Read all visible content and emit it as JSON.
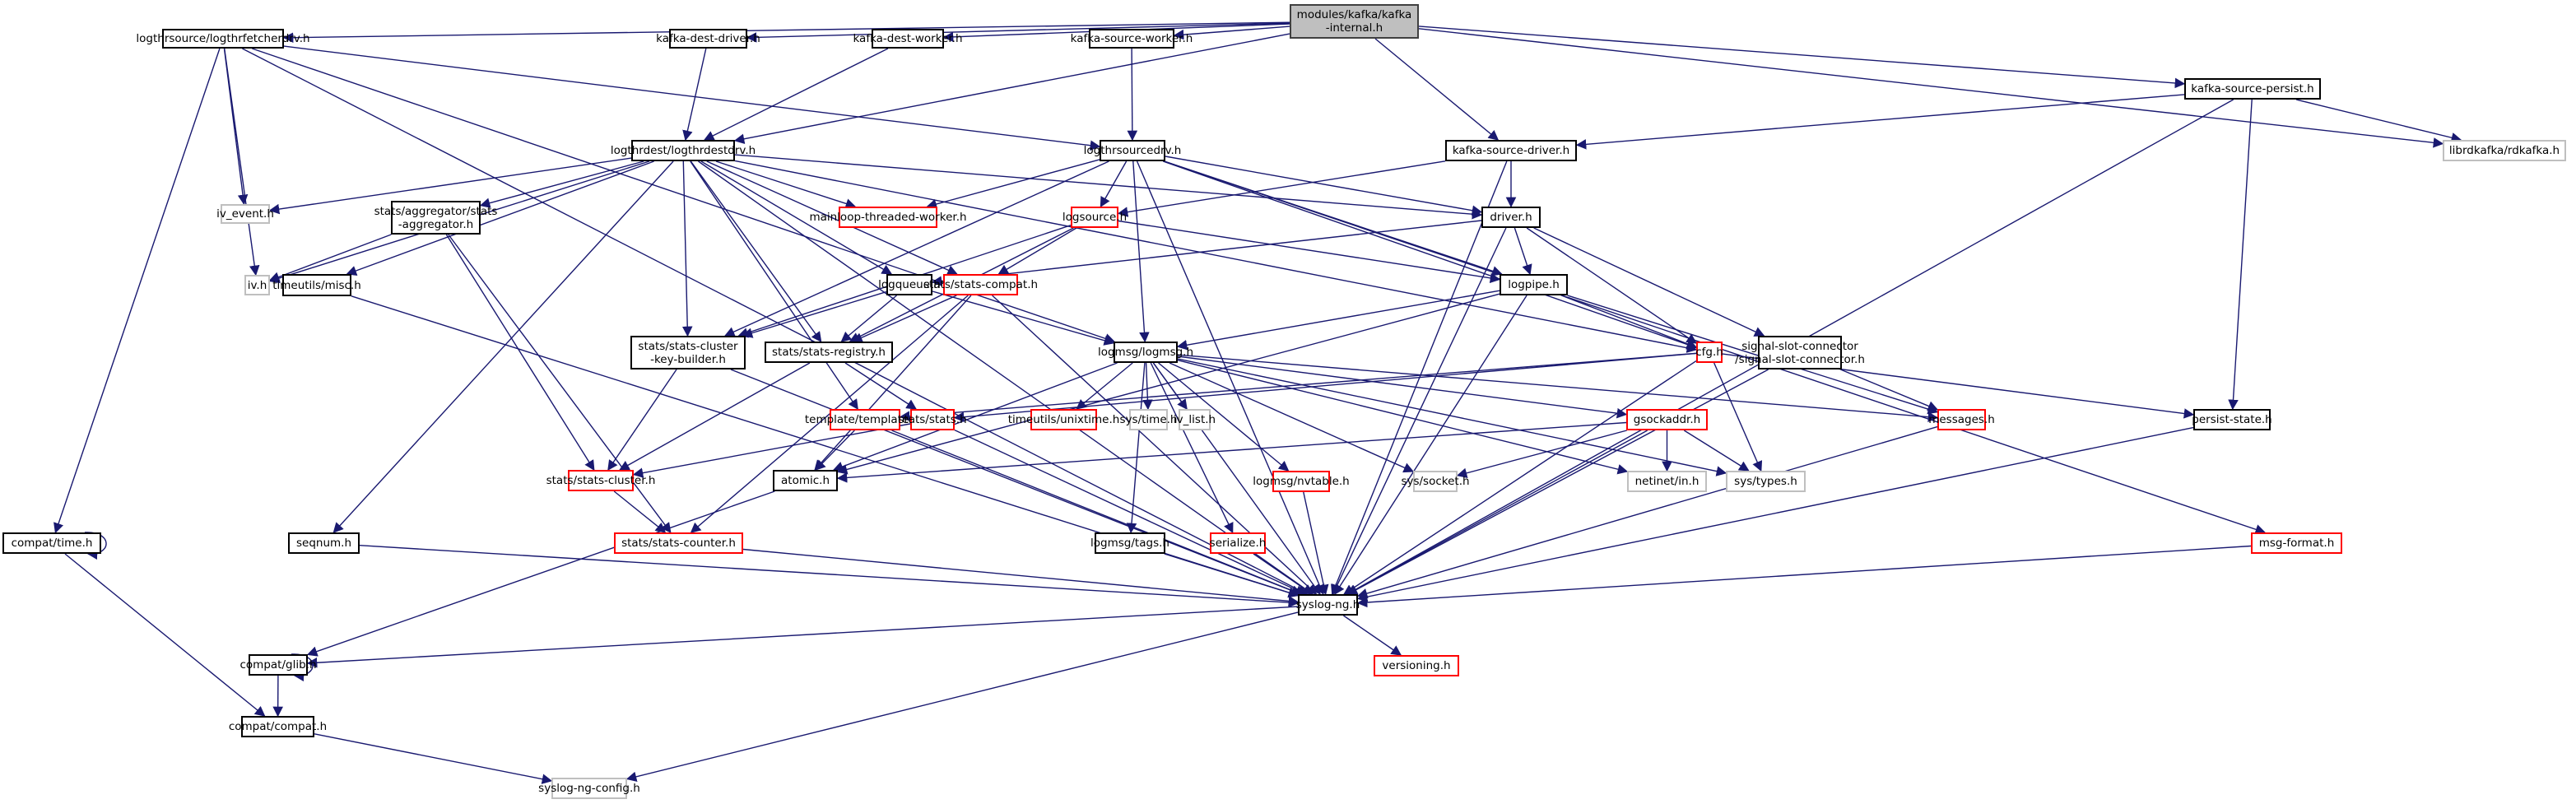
{
  "title": "modules/kafka/kafka-internal.h include dependency graph",
  "colors": {
    "edge": "#191970",
    "root_fill": "#bfbfbf",
    "node_border": "#000000",
    "missing_doc_border": "#ff0000",
    "external_border": "#bfbfbf"
  },
  "nodes": [
    {
      "id": "kafka-internal",
      "label": "modules/kafka/kafka\n-internal.h",
      "kind": "root"
    },
    {
      "id": "logthrfetcherdrv",
      "label": "logthrsource/logthrfetcherdrv.h",
      "kind": "normal"
    },
    {
      "id": "kafka-dest-driver",
      "label": "kafka-dest-driver.h",
      "kind": "normal"
    },
    {
      "id": "kafka-dest-worker",
      "label": "kafka-dest-worker.h",
      "kind": "normal"
    },
    {
      "id": "kafka-source-worker",
      "label": "kafka-source-worker.h",
      "kind": "normal"
    },
    {
      "id": "kafka-source-persist",
      "label": "kafka-source-persist.h",
      "kind": "normal"
    },
    {
      "id": "rdkafka",
      "label": "librdkafka/rdkafka.h",
      "kind": "external"
    },
    {
      "id": "logthrdestdrv",
      "label": "logthrdest/logthrdestdrv.h",
      "kind": "normal"
    },
    {
      "id": "logthrsourcedrv",
      "label": "logthrsourcedrv.h",
      "kind": "normal"
    },
    {
      "id": "kafka-source-driver",
      "label": "kafka-source-driver.h",
      "kind": "normal"
    },
    {
      "id": "iv_event",
      "label": "iv_event.h",
      "kind": "external"
    },
    {
      "id": "stats-aggregator",
      "label": "stats/aggregator/stats\n-aggregator.h",
      "kind": "normal"
    },
    {
      "id": "mainloop-threaded-worker",
      "label": "mainloop-threaded-worker.h",
      "kind": "red"
    },
    {
      "id": "logsource",
      "label": "logsource.h",
      "kind": "red"
    },
    {
      "id": "driver",
      "label": "driver.h",
      "kind": "normal"
    },
    {
      "id": "iv",
      "label": "iv.h",
      "kind": "external"
    },
    {
      "id": "timeutils-misc",
      "label": "timeutils/misc.h",
      "kind": "normal"
    },
    {
      "id": "logqueue",
      "label": "logqueue.h",
      "kind": "normal"
    },
    {
      "id": "stats-compat",
      "label": "stats/stats-compat.h",
      "kind": "red"
    },
    {
      "id": "logpipe",
      "label": "logpipe.h",
      "kind": "normal"
    },
    {
      "id": "stats-cluster-key-builder",
      "label": "stats/stats-cluster\n-key-builder.h",
      "kind": "normal"
    },
    {
      "id": "stats-registry",
      "label": "stats/stats-registry.h",
      "kind": "normal"
    },
    {
      "id": "logmsg",
      "label": "logmsg/logmsg.h",
      "kind": "normal"
    },
    {
      "id": "cfg",
      "label": "cfg.h",
      "kind": "red"
    },
    {
      "id": "signal-slot-connector",
      "label": "signal-slot-connector\n/signal-slot-connector.h",
      "kind": "normal"
    },
    {
      "id": "template-templates",
      "label": "template/templates.h",
      "kind": "red"
    },
    {
      "id": "stats-stats",
      "label": "stats/stats.h",
      "kind": "red"
    },
    {
      "id": "timeutils-unixtime",
      "label": "timeutils/unixtime.h",
      "kind": "red"
    },
    {
      "id": "sys-time",
      "label": "sys/time.h",
      "kind": "external"
    },
    {
      "id": "iv_list",
      "label": "iv_list.h",
      "kind": "external"
    },
    {
      "id": "gsockaddr",
      "label": "gsockaddr.h",
      "kind": "red"
    },
    {
      "id": "messages",
      "label": "messages.h",
      "kind": "red"
    },
    {
      "id": "persist-state",
      "label": "persist-state.h",
      "kind": "normal"
    },
    {
      "id": "stats-cluster",
      "label": "stats/stats-cluster.h",
      "kind": "red"
    },
    {
      "id": "atomic",
      "label": "atomic.h",
      "kind": "normal"
    },
    {
      "id": "logmsg-nvtable",
      "label": "logmsg/nvtable.h",
      "kind": "red"
    },
    {
      "id": "sys-socket",
      "label": "sys/socket.h",
      "kind": "external"
    },
    {
      "id": "netinet-in",
      "label": "netinet/in.h",
      "kind": "external"
    },
    {
      "id": "sys-types",
      "label": "sys/types.h",
      "kind": "external"
    },
    {
      "id": "compat-time",
      "label": "compat/time.h",
      "kind": "normal"
    },
    {
      "id": "seqnum",
      "label": "seqnum.h",
      "kind": "normal"
    },
    {
      "id": "stats-counter",
      "label": "stats/stats-counter.h",
      "kind": "red"
    },
    {
      "id": "logmsg-tags",
      "label": "logmsg/tags.h",
      "kind": "normal"
    },
    {
      "id": "serialize",
      "label": "serialize.h",
      "kind": "red"
    },
    {
      "id": "msg-format",
      "label": "msg-format.h",
      "kind": "red"
    },
    {
      "id": "syslog-ng",
      "label": "syslog-ng.h",
      "kind": "normal"
    },
    {
      "id": "compat-glib",
      "label": "compat/glib.h",
      "kind": "normal"
    },
    {
      "id": "versioning",
      "label": "versioning.h",
      "kind": "red"
    },
    {
      "id": "compat-compat",
      "label": "compat/compat.h",
      "kind": "normal"
    },
    {
      "id": "syslog-ng-config",
      "label": "syslog-ng-config.h",
      "kind": "external"
    }
  ],
  "edges": [
    [
      "kafka-internal",
      "logthrfetcherdrv"
    ],
    [
      "kafka-internal",
      "kafka-dest-driver"
    ],
    [
      "kafka-internal",
      "kafka-dest-worker"
    ],
    [
      "kafka-internal",
      "kafka-source-worker"
    ],
    [
      "kafka-internal",
      "kafka-source-persist"
    ],
    [
      "kafka-internal",
      "rdkafka"
    ],
    [
      "kafka-internal",
      "logthrdestdrv"
    ],
    [
      "kafka-internal",
      "kafka-source-driver"
    ],
    [
      "logthrfetcherdrv",
      "logthrsourcedrv"
    ],
    [
      "logthrfetcherdrv",
      "iv_event"
    ],
    [
      "logthrfetcherdrv",
      "iv"
    ],
    [
      "logthrfetcherdrv",
      "compat-time"
    ],
    [
      "logthrfetcherdrv",
      "syslog-ng"
    ],
    [
      "logthrfetcherdrv",
      "logmsg"
    ],
    [
      "kafka-dest-driver",
      "logthrdestdrv"
    ],
    [
      "kafka-dest-worker",
      "logthrdestdrv"
    ],
    [
      "kafka-source-worker",
      "logthrsourcedrv"
    ],
    [
      "kafka-source-persist",
      "kafka-source-driver"
    ],
    [
      "kafka-source-persist",
      "rdkafka"
    ],
    [
      "kafka-source-persist",
      "persist-state"
    ],
    [
      "kafka-source-persist",
      "syslog-ng"
    ],
    [
      "logthrdestdrv",
      "iv_event"
    ],
    [
      "logthrdestdrv",
      "iv"
    ],
    [
      "logthrdestdrv",
      "stats-aggregator"
    ],
    [
      "logthrdestdrv",
      "mainloop-threaded-worker"
    ],
    [
      "logthrdestdrv",
      "driver"
    ],
    [
      "logthrdestdrv",
      "timeutils-misc"
    ],
    [
      "logthrdestdrv",
      "logqueue"
    ],
    [
      "logthrdestdrv",
      "stats-compat"
    ],
    [
      "logthrdestdrv",
      "stats-cluster-key-builder"
    ],
    [
      "logthrdestdrv",
      "stats-registry"
    ],
    [
      "logthrdestdrv",
      "seqnum"
    ],
    [
      "logthrdestdrv",
      "template-templates"
    ],
    [
      "logthrdestdrv",
      "syslog-ng"
    ],
    [
      "logthrdestdrv",
      "cfg"
    ],
    [
      "logthrsourcedrv",
      "mainloop-threaded-worker"
    ],
    [
      "logthrsourcedrv",
      "logsource"
    ],
    [
      "logthrsourcedrv",
      "driver"
    ],
    [
      "logthrsourcedrv",
      "logpipe"
    ],
    [
      "logthrsourcedrv",
      "logmsg"
    ],
    [
      "logthrsourcedrv",
      "stats-cluster-key-builder"
    ],
    [
      "logthrsourcedrv",
      "cfg"
    ],
    [
      "logthrsourcedrv",
      "msg-format"
    ],
    [
      "logthrsourcedrv",
      "syslog-ng"
    ],
    [
      "kafka-source-driver",
      "driver"
    ],
    [
      "kafka-source-driver",
      "logsource"
    ],
    [
      "kafka-source-driver",
      "syslog-ng"
    ],
    [
      "stats-aggregator",
      "iv"
    ],
    [
      "stats-aggregator",
      "stats-cluster"
    ],
    [
      "stats-aggregator",
      "stats-counter"
    ],
    [
      "logsource",
      "logpipe"
    ],
    [
      "logsource",
      "stats-compat"
    ],
    [
      "logsource",
      "stats-registry"
    ],
    [
      "logsource",
      "stats-cluster-key-builder"
    ],
    [
      "driver",
      "logpipe"
    ],
    [
      "driver",
      "cfg"
    ],
    [
      "driver",
      "logqueue"
    ],
    [
      "driver",
      "signal-slot-connector"
    ],
    [
      "driver",
      "syslog-ng"
    ],
    [
      "timeutils-misc",
      "syslog-ng"
    ],
    [
      "logqueue",
      "logmsg"
    ],
    [
      "logqueue",
      "stats-registry"
    ],
    [
      "logqueue",
      "stats-cluster-key-builder"
    ],
    [
      "stats-compat",
      "stats-registry"
    ],
    [
      "stats-compat",
      "stats-counter"
    ],
    [
      "stats-compat",
      "atomic"
    ],
    [
      "stats-compat",
      "syslog-ng"
    ],
    [
      "logpipe",
      "logmsg"
    ],
    [
      "logpipe",
      "cfg"
    ],
    [
      "logpipe",
      "messages"
    ],
    [
      "logpipe",
      "atomic"
    ],
    [
      "logpipe",
      "syslog-ng"
    ],
    [
      "stats-cluster-key-builder",
      "stats-cluster"
    ],
    [
      "stats-cluster-key-builder",
      "syslog-ng"
    ],
    [
      "stats-registry",
      "stats-stats"
    ],
    [
      "stats-registry",
      "stats-cluster"
    ],
    [
      "logmsg",
      "timeutils-unixtime"
    ],
    [
      "logmsg",
      "sys-time"
    ],
    [
      "logmsg",
      "iv_list"
    ],
    [
      "logmsg",
      "gsockaddr"
    ],
    [
      "logmsg",
      "messages"
    ],
    [
      "logmsg",
      "atomic"
    ],
    [
      "logmsg",
      "logmsg-nvtable"
    ],
    [
      "logmsg",
      "sys-socket"
    ],
    [
      "logmsg",
      "netinet-in"
    ],
    [
      "logmsg",
      "sys-types"
    ],
    [
      "logmsg",
      "logmsg-tags"
    ],
    [
      "logmsg",
      "serialize"
    ],
    [
      "logmsg",
      "syslog-ng"
    ],
    [
      "cfg",
      "template-templates"
    ],
    [
      "cfg",
      "stats-stats"
    ],
    [
      "cfg",
      "persist-state"
    ],
    [
      "cfg",
      "sys-types"
    ],
    [
      "cfg",
      "syslog-ng"
    ],
    [
      "signal-slot-connector",
      "messages"
    ],
    [
      "signal-slot-connector",
      "syslog-ng"
    ],
    [
      "template-templates",
      "atomic"
    ],
    [
      "template-templates",
      "syslog-ng"
    ],
    [
      "stats-stats",
      "stats-cluster"
    ],
    [
      "stats-stats",
      "syslog-ng"
    ],
    [
      "gsockaddr",
      "sys-socket"
    ],
    [
      "gsockaddr",
      "netinet-in"
    ],
    [
      "gsockaddr",
      "sys-types"
    ],
    [
      "gsockaddr",
      "atomic"
    ],
    [
      "gsockaddr",
      "syslog-ng"
    ],
    [
      "messages",
      "syslog-ng"
    ],
    [
      "persist-state",
      "syslog-ng"
    ],
    [
      "stats-cluster",
      "stats-counter"
    ],
    [
      "atomic",
      "compat-glib"
    ],
    [
      "logmsg-nvtable",
      "syslog-ng"
    ],
    [
      "compat-time",
      "compat-time"
    ],
    [
      "compat-time",
      "compat-compat"
    ],
    [
      "seqnum",
      "syslog-ng"
    ],
    [
      "stats-counter",
      "syslog-ng"
    ],
    [
      "logmsg-tags",
      "syslog-ng"
    ],
    [
      "serialize",
      "syslog-ng"
    ],
    [
      "msg-format",
      "syslog-ng"
    ],
    [
      "syslog-ng",
      "compat-glib"
    ],
    [
      "syslog-ng",
      "versioning"
    ],
    [
      "syslog-ng",
      "syslog-ng-config"
    ],
    [
      "compat-glib",
      "compat-glib"
    ],
    [
      "compat-glib",
      "compat-compat"
    ],
    [
      "compat-compat",
      "syslog-ng-config"
    ]
  ]
}
